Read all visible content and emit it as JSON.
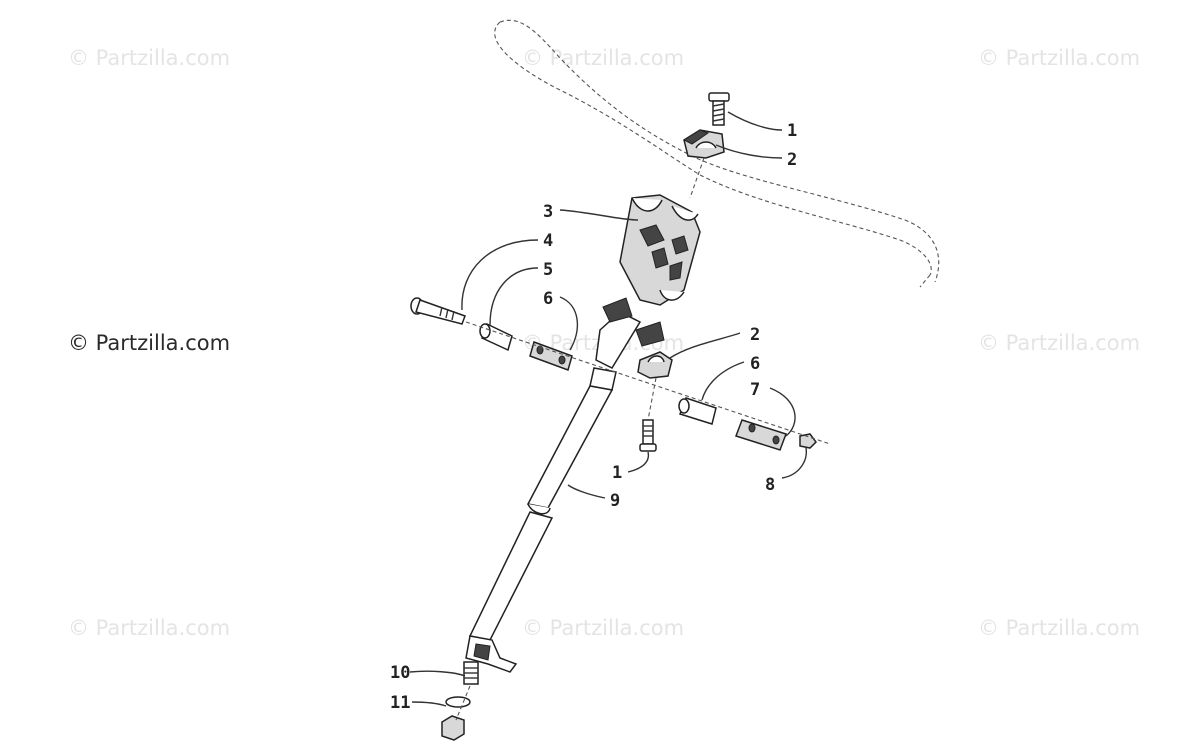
{
  "watermarks": [
    "© Partzilla.com",
    "© Partzilla.com",
    "© Partzilla.com",
    "© Partzilla.com",
    "© Partzilla.com",
    "© Partzilla.com",
    "© Partzilla.com",
    "© Partzilla.com",
    "© Partzilla.com"
  ],
  "callouts": {
    "c1a": "1",
    "c2a": "2",
    "c3": "3",
    "c4": "4",
    "c5": "5",
    "c6a": "6",
    "c2b": "2",
    "c6b": "6",
    "c7": "7",
    "c8": "8",
    "c1b": "1",
    "c9": "9",
    "c10": "10",
    "c11": "11"
  }
}
